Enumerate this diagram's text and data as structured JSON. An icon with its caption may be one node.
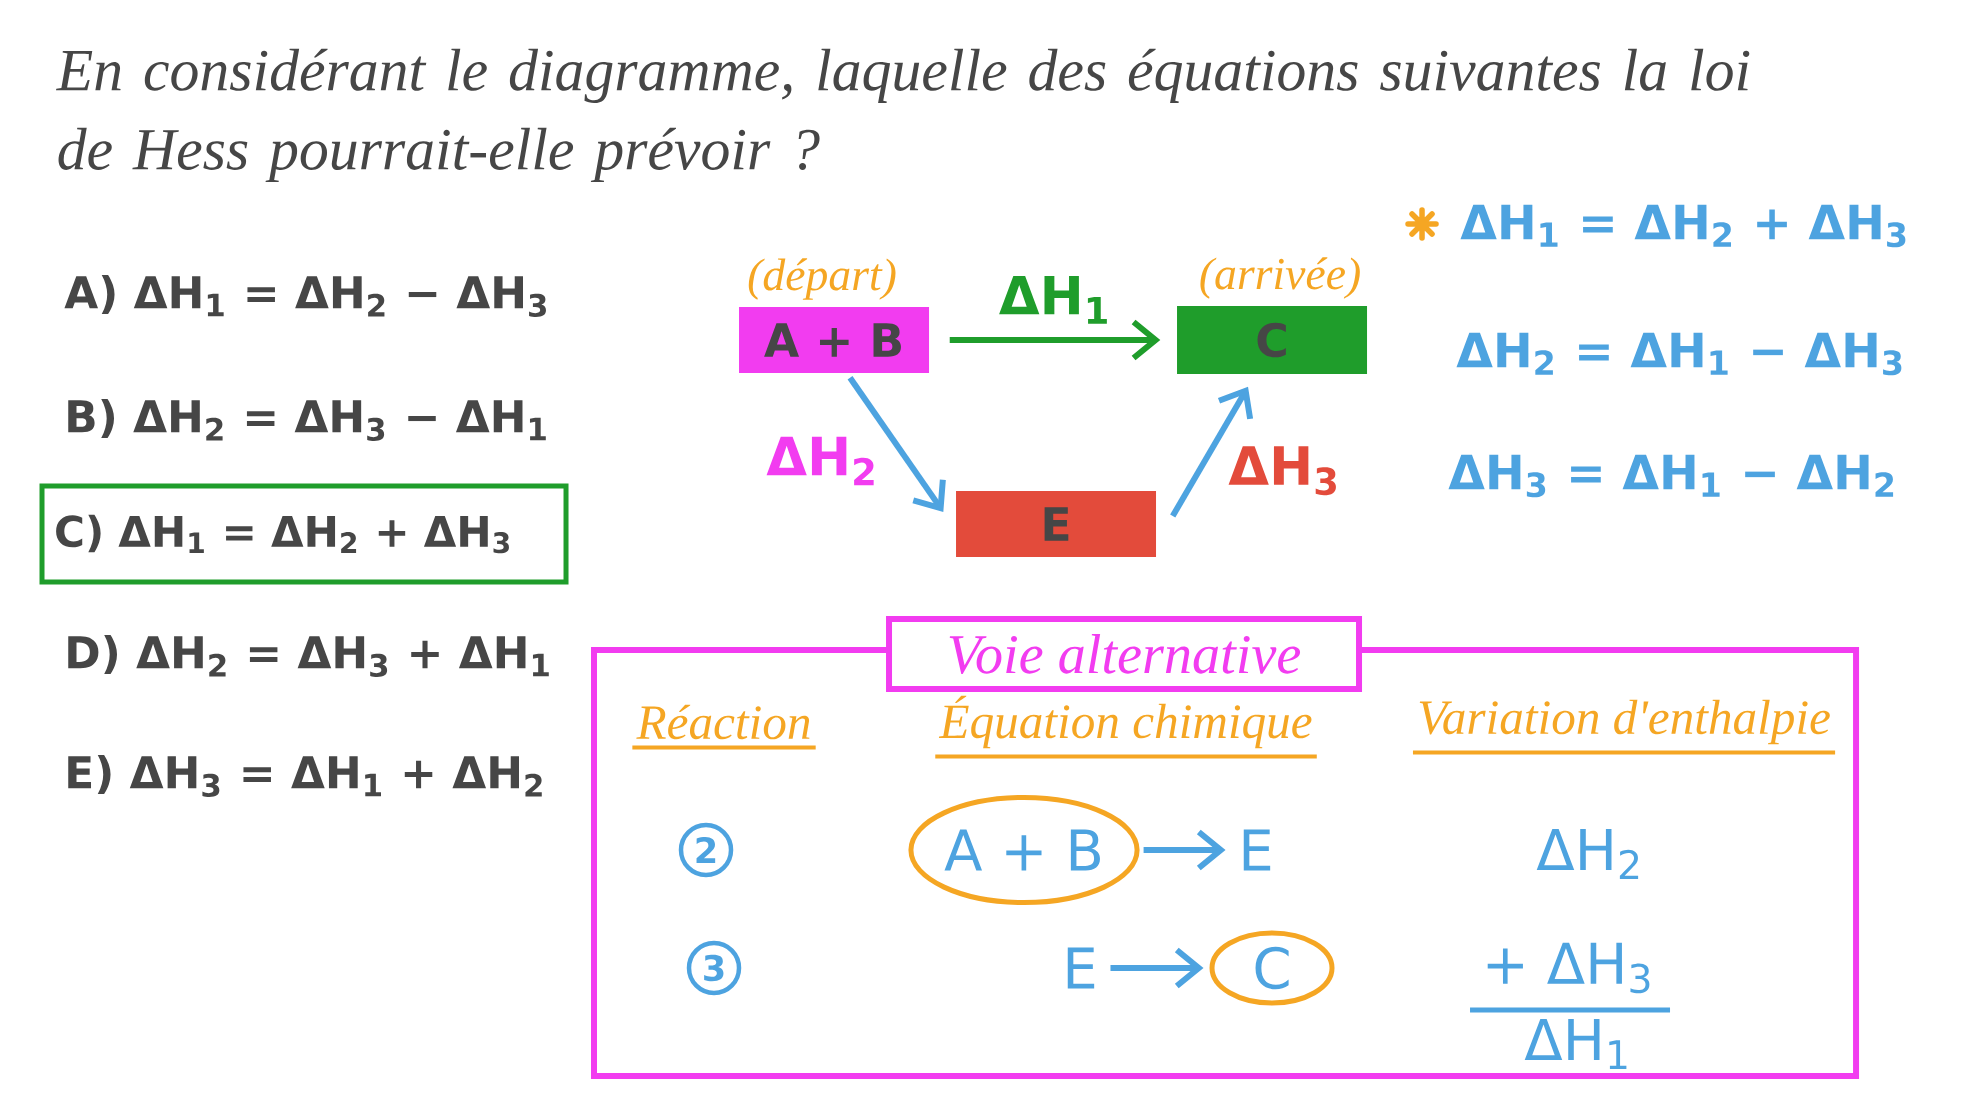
{
  "diagram": {
    "title": "En considérant le diagramme, laquelle des équations suivantes la loi de Hess pourrait-elle prévoir ?",
    "nodes": [
      {
        "text": [
          "A + B"
        ],
        "beside": [
          "(départ)"
        ]
      },
      {
        "text": [
          "C"
        ],
        "beside": [
          "(arrivée)"
        ]
      },
      {
        "text": [
          "E"
        ]
      },
      {
        "text": [
          "C) ΔH$_{1}$ = ΔH$_{2}$ + ΔH$_{3}$"
        ]
      },
      {
        "text": [
          "Voie alternative"
        ]
      },
      {
        "text": [
          "2"
        ],
        "in": 4
      },
      {
        "text": [
          "A + B"
        ],
        "in": 4
      },
      {
        "text": [
          "E"
        ],
        "in": 4
      },
      {
        "text": [
          "3"
        ],
        "in": 4
      },
      {
        "text": [
          "E"
        ],
        "in": 4
      },
      {
        "text": [
          "C"
        ],
        "in": 4
      }
    ],
    "edges": [
      {
        "from": 0,
        "to": 1,
        "arrow": "to",
        "label": "ΔH$_{1}$",
        "color": "#1f9d2b"
      },
      {
        "from": 0,
        "to": 2,
        "arrow": "to",
        "label": "ΔH$_{2}$"
      },
      {
        "from": 2,
        "to": 1,
        "arrow": "to",
        "label": "ΔH$_{3}$"
      },
      {
        "from": 6,
        "to": 7,
        "arrow": "to"
      },
      {
        "from": 9,
        "to": 10,
        "arrow": "to"
      }
    ],
    "labels": [
      "A) ΔH$_{1}$ = ΔH$_{2}$ − ΔH$_{3}$",
      "B) ΔH$_{2}$ = ΔH$_{3}$ − ΔH$_{1}$",
      "D) ΔH$_{2}$ = ΔH$_{3}$ + ΔH$_{1}$",
      "E) ΔH$_{3}$ = ΔH$_{1}$ + ΔH$_{2}$",
      "ΔH$_{1}$ = ΔH$_{2}$ + ΔH$_{3}$",
      "ΔH$_{2}$ = ΔH$_{1}$ − ΔH$_{3}$",
      "ΔH$_{3}$ = ΔH$_{1}$ − ΔH$_{2}$",
      "Réaction",
      "Équation chimique",
      "Variation d'enthalpie",
      "ΔH$_{2}$",
      "+ ΔH$_{3}$",
      "ΔH$_{1}$"
    ]
  }
}
